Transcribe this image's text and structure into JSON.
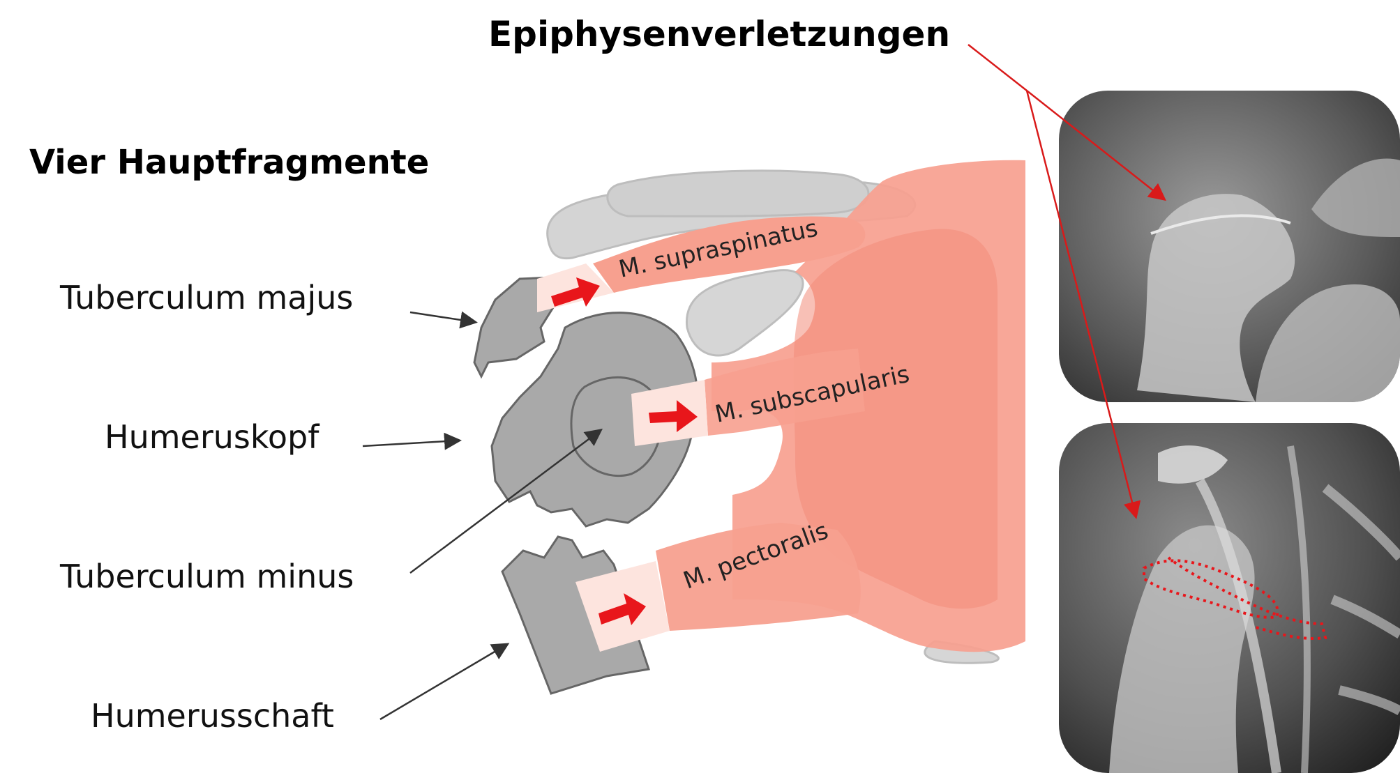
{
  "titles": {
    "epiphysen": "Epiphysenverletzungen",
    "vier": "Vier Hauptfragmente"
  },
  "fragments": {
    "tuberculum_majus": "Tuberculum majus",
    "humeruskopf": "Humeruskopf",
    "tuberculum_minus": "Tuberculum minus",
    "humerusschaft": "Humerusschaft"
  },
  "muscles": {
    "supraspinatus": "M. supraspinatus",
    "subscapularis": "M. subscapularis",
    "pectoralis": "M. pectoralis"
  },
  "colors": {
    "bone": "#a9a9a9",
    "bone_light": "#d9d9d9",
    "muscle": "#f7a08f",
    "tendon": "#fde4de",
    "pull_arrow": "#e8161b",
    "annotation_arrow": "#333333",
    "xray_pointer": "#d91a1a"
  }
}
